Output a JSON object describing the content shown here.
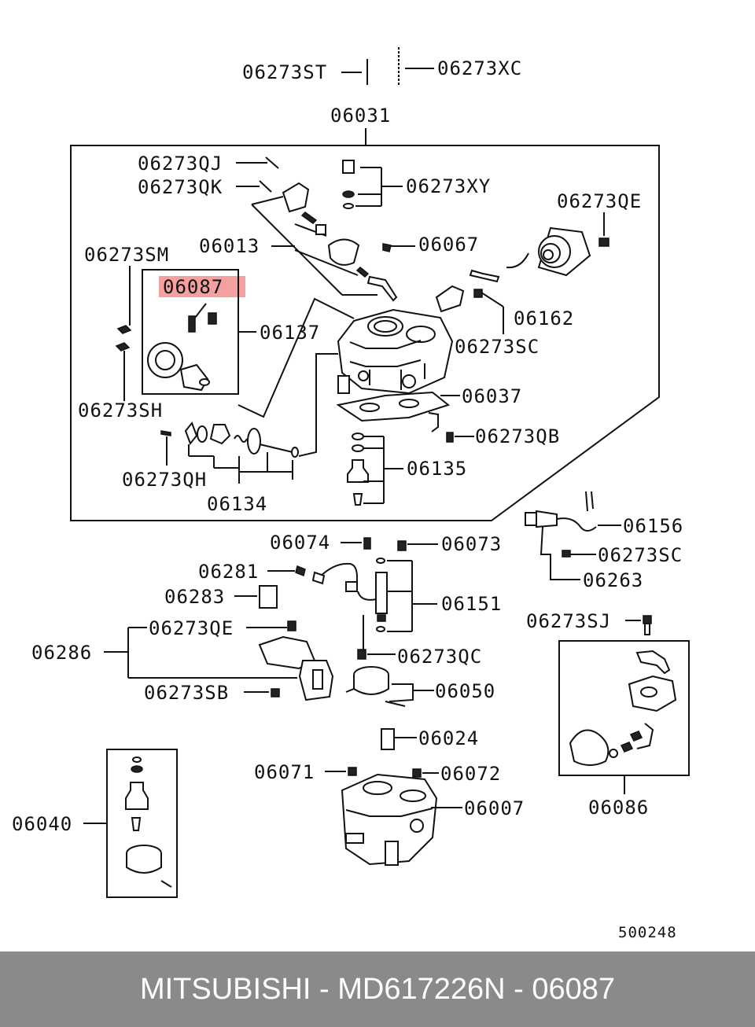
{
  "highlight_color": "#f08080",
  "footer_bg": "#8a8a8a",
  "labels": {
    "p06273ST": "06273ST",
    "p06273XC": "06273XC",
    "p06031": "06031",
    "p06273QJ": "06273QJ",
    "p06273QK": "06273QK",
    "p06273XY": "06273XY",
    "p06273QE_top": "06273QE",
    "p06013": "06013",
    "p06067": "06067",
    "p06273SM": "06273SM",
    "p06087": "06087",
    "p06162": "06162",
    "p06137": "06137",
    "p06273SC_top": "06273SC",
    "p06037": "06037",
    "p06273SH": "06273SH",
    "p06273QB": "06273QB",
    "p06135": "06135",
    "p06273QH": "06273QH",
    "p06134": "06134",
    "p06156": "06156",
    "p06074": "06074",
    "p06073": "06073",
    "p06273SC_mid": "06273SC",
    "p06281": "06281",
    "p06263": "06263",
    "p06283": "06283",
    "p06151": "06151",
    "p06273QE_mid": "06273QE",
    "p06273SJ": "06273SJ",
    "p06286": "06286",
    "p06273QC": "06273QC",
    "p06273SB": "06273SB",
    "p06050": "06050",
    "p06024": "06024",
    "p06071": "06071",
    "p06072": "06072",
    "p06007": "06007",
    "p06086": "06086",
    "p06040": "06040"
  },
  "diagram_id": "500248",
  "footer": {
    "brand": "MITSUBISHI",
    "part_number": "MD617226",
    "ref": "N - 06087"
  }
}
